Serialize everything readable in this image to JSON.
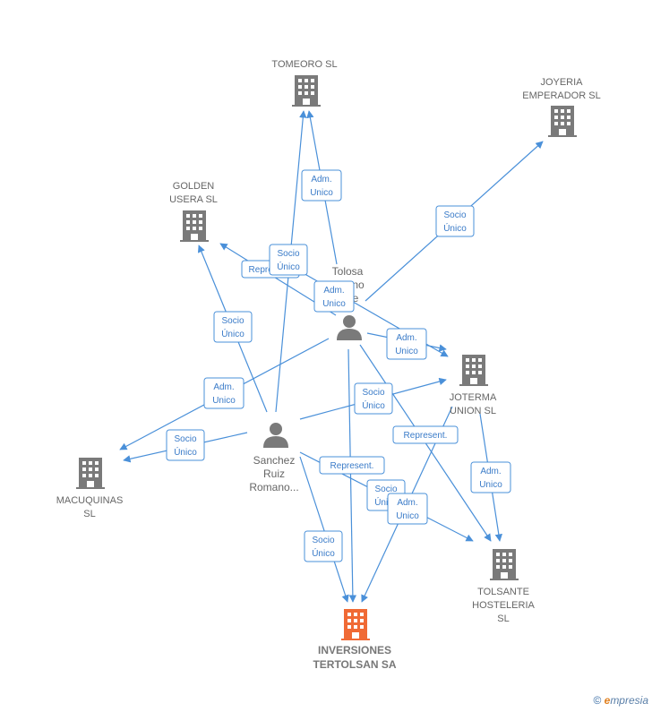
{
  "nodes": [
    {
      "id": "tomeoro",
      "type": "company",
      "lines": [
        "TOMEORO  SL"
      ],
      "main": false
    },
    {
      "id": "joyeria",
      "type": "company",
      "lines": [
        "JOYERIA",
        "EMPERADOR SL"
      ],
      "main": false
    },
    {
      "id": "golden",
      "type": "company",
      "lines": [
        "GOLDEN",
        "USERA  SL"
      ],
      "main": false
    },
    {
      "id": "tolosa",
      "type": "person",
      "lines": [
        "Tolosa",
        "no",
        "e"
      ],
      "main": false
    },
    {
      "id": "joterma",
      "type": "company",
      "lines": [
        "JOTERMA",
        "UNION  SL"
      ],
      "main": false
    },
    {
      "id": "sanchez",
      "type": "person",
      "lines": [
        "Sanchez",
        "Ruiz",
        "Romano..."
      ],
      "main": false
    },
    {
      "id": "macuquinas",
      "type": "company",
      "lines": [
        "MACUQUINAS",
        "SL"
      ],
      "main": false
    },
    {
      "id": "tolsante",
      "type": "company",
      "lines": [
        "TOLSANTE",
        "HOSTELERIA",
        "SL"
      ],
      "main": false
    },
    {
      "id": "inversiones",
      "type": "company",
      "lines": [
        "INVERSIONES",
        "TERTOLSAN SA"
      ],
      "main": true
    }
  ],
  "edge_labels": [
    {
      "id": "e1",
      "lines": [
        "Adm.",
        "Unico"
      ]
    },
    {
      "id": "e2",
      "lines": [
        "Socio",
        "Único"
      ]
    },
    {
      "id": "e3",
      "lines": [
        "Socio",
        "Único"
      ]
    },
    {
      "id": "e4",
      "lines": [
        "Represent."
      ]
    },
    {
      "id": "e5",
      "lines": [
        "Adm.",
        "Unico"
      ]
    },
    {
      "id": "e6",
      "lines": [
        "Socio",
        "Único"
      ]
    },
    {
      "id": "e7",
      "lines": [
        "Adm.",
        "Unico"
      ]
    },
    {
      "id": "e8",
      "lines": [
        "Socio",
        "Único"
      ]
    },
    {
      "id": "e9",
      "lines": [
        "Adm.",
        "Unico"
      ]
    },
    {
      "id": "e10",
      "lines": [
        "Socio",
        "Único"
      ]
    },
    {
      "id": "e11",
      "lines": [
        "Represent."
      ]
    },
    {
      "id": "e12",
      "lines": [
        "Represent."
      ]
    },
    {
      "id": "e13",
      "lines": [
        "Adm.",
        "Unico"
      ]
    },
    {
      "id": "e14",
      "lines": [
        "Socio",
        "Único"
      ]
    },
    {
      "id": "e15",
      "lines": [
        "Adm.",
        "Unico"
      ]
    },
    {
      "id": "e16",
      "lines": [
        "Socio",
        "Único"
      ]
    }
  ],
  "colors": {
    "edge": "#4a90d9",
    "company": "#7a7a7a",
    "main_company": "#f06a35",
    "person": "#7a7a7a"
  },
  "brand": {
    "copyright": "©",
    "initial": "e",
    "rest": "mpresia"
  }
}
